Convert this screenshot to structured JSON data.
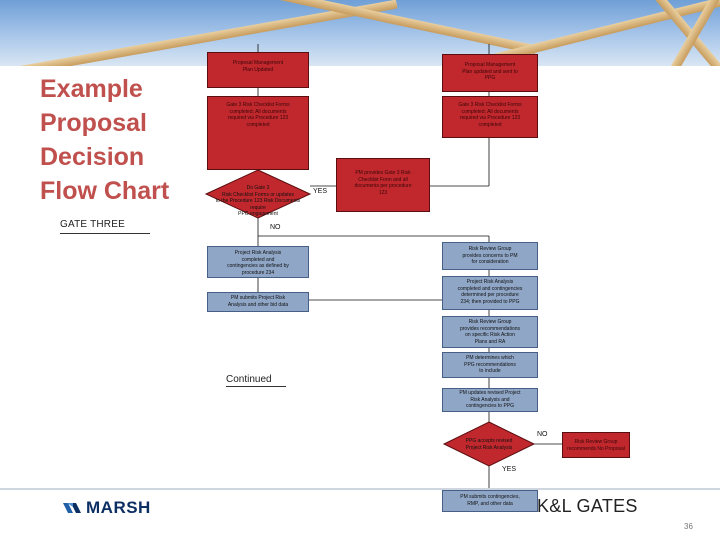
{
  "slide": {
    "title_lines": [
      "Example",
      "Proposal",
      "Decision",
      "Flow Chart"
    ],
    "gate_label": "GATE THREE",
    "continued_label": "Continued",
    "page_number": "36"
  },
  "flow": {
    "plan_updated": [
      "Proposal Management",
      "Plan Updated"
    ],
    "plan_updated_sent": [
      "Proposal Management",
      "Plan updated and sent to",
      "PPG"
    ],
    "checklist_completed": [
      "Gate 3 Risk Checklist Forms",
      "completed; All documents",
      "required via Procedure 123",
      "completed"
    ],
    "checklist_completed_right": [
      "Gate 3 Risk Checklist Forms",
      "completed; All documents",
      "required via Procedure 123",
      "completed"
    ],
    "decision_question": [
      "Do Gate 3",
      "Risk Checklist Forms or updates",
      "to the Procedure 123 Risk Documents",
      "require",
      "PPG engagement"
    ],
    "pm_provides": [
      "PM provides Gate 3 Risk",
      "Checklist Form and all",
      "documents per procedure",
      "123"
    ],
    "risk_analysis": [
      "Project Risk Analysis",
      "completed and",
      "contingencies as defined by",
      "procedure 234"
    ],
    "pm_submits": [
      "PM submits Project Risk",
      "Analysis and other bid data"
    ],
    "risk_review_concerns": [
      "Risk Review Group",
      "provides concerns to PM",
      "for consideration"
    ],
    "risk_analysis_right": [
      "Project Risk Analysis",
      "completed and contingencies",
      "determined per procedure",
      "234; then provided to PPG"
    ],
    "risk_review_recommend": [
      "Risk Review Group",
      "provides recommendations",
      "on specific Risk Action",
      "Plans and RA"
    ],
    "pm_determines": [
      "PM determines which",
      "PPG recommendations",
      "to include"
    ],
    "pm_updates": [
      "PM updates revised Project",
      "Risk Analysis and",
      "contingencies to PPG"
    ],
    "ppg_accepts": [
      "PPG accepts revised",
      "Project Risk Analysis"
    ],
    "no_proposal": [
      "Risk Review Group",
      "recommends No Proposal"
    ],
    "pm_submits_final": [
      "PM submits contingencies,",
      "RMP, and other data"
    ],
    "yes_label_1": "YES",
    "no_label_1": "NO",
    "no_label_2": "NO",
    "yes_label_2": "YES"
  },
  "logos": {
    "marsh": "MARSH",
    "klgates": "K&L GATES"
  },
  "colors": {
    "title_red": "#c0504d",
    "box_red": "#c0282d",
    "box_blue": "#8fa6c6",
    "marsh_navy": "#0c2f63"
  }
}
